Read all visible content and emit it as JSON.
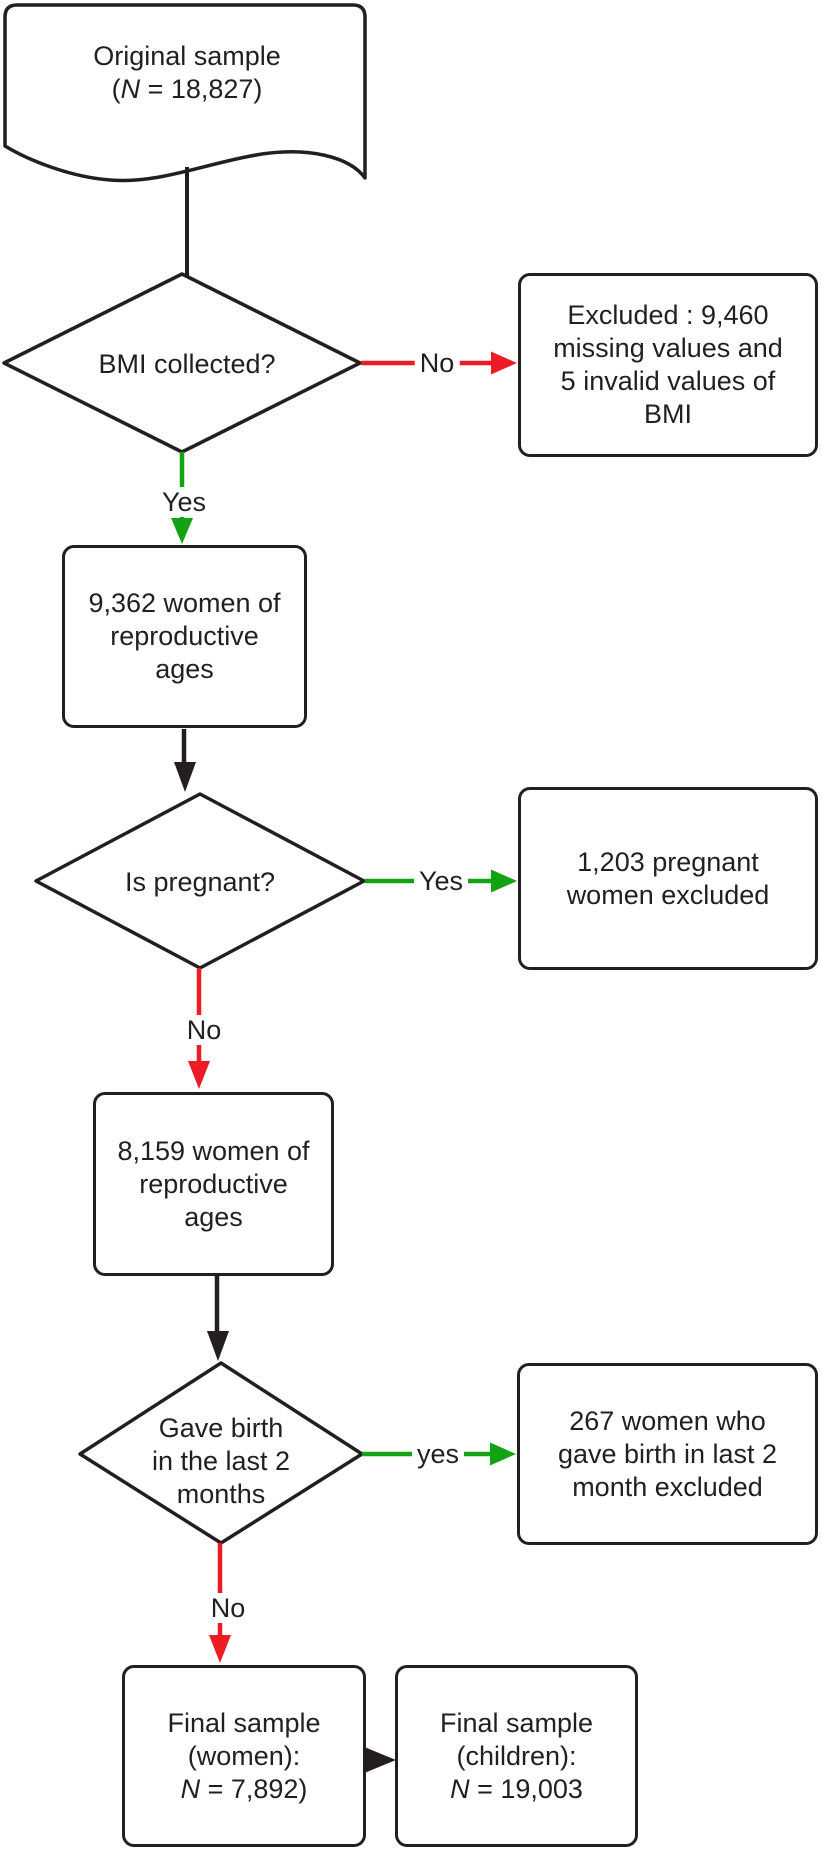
{
  "colors": {
    "black": "#231f20",
    "red": "#EC1C24",
    "green": "#12A212",
    "background": "#ffffff"
  },
  "nodes": {
    "original_sample": {
      "line1": "Original sample",
      "open": "(",
      "n": "N",
      "rest": " = 18,827)"
    },
    "bmi_collected": {
      "label": "BMI collected?"
    },
    "excluded_bmi": {
      "line1": "Excluded : 9,460",
      "line2": "missing values and",
      "line3": "5 invalid values of",
      "line4": "BMI"
    },
    "women_9362": {
      "line1": "9,362 women of",
      "line2": "reproductive",
      "line3": "ages"
    },
    "is_pregnant": {
      "label": "Is pregnant?"
    },
    "pregnant_excluded": {
      "line1": "1,203 pregnant",
      "line2": "women excluded"
    },
    "women_8159": {
      "line1": "8,159 women of",
      "line2": "reproductive",
      "line3": "ages"
    },
    "gave_birth": {
      "line1": "Gave birth",
      "line2": "in the last 2",
      "line3": "months"
    },
    "birth_excluded": {
      "line1": "267 women who",
      "line2": "gave birth in last 2",
      "line3": "month excluded"
    },
    "final_women": {
      "line1": "Final sample",
      "line2": "(women):",
      "n": "N",
      "rest": " = 7,892)"
    },
    "final_children": {
      "line1": "Final sample",
      "line2": "(children):",
      "n": "N",
      "rest": " = 19,003"
    }
  },
  "edge_labels": {
    "no1": "No",
    "yes1": "Yes",
    "yes2": "Yes",
    "no2": "No",
    "yes3": "yes",
    "no3": "No"
  }
}
